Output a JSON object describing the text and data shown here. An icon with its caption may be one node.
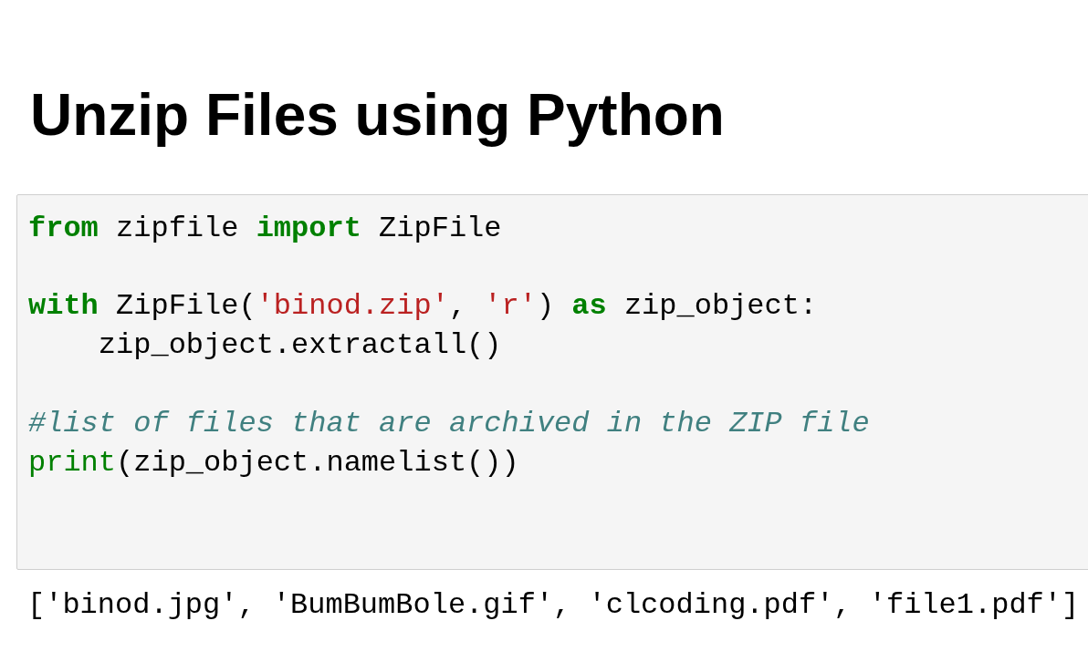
{
  "diagram": {
    "title": "Unzip Files using Python",
    "labels": [
      "from",
      "zipfile",
      "import",
      "ZipFile",
      "with",
      "ZipFile(",
      "'binod.zip'",
      ",",
      "'r'",
      ")",
      "as",
      "zip_object:",
      "zip_object.extractall()",
      "#list of files that are archived in the ZIP file",
      "print",
      "(zip_object.namelist())",
      "['binod.jpg', 'BumBumBole.gif', 'clcoding.pdf', 'file1.pdf']"
    ]
  }
}
